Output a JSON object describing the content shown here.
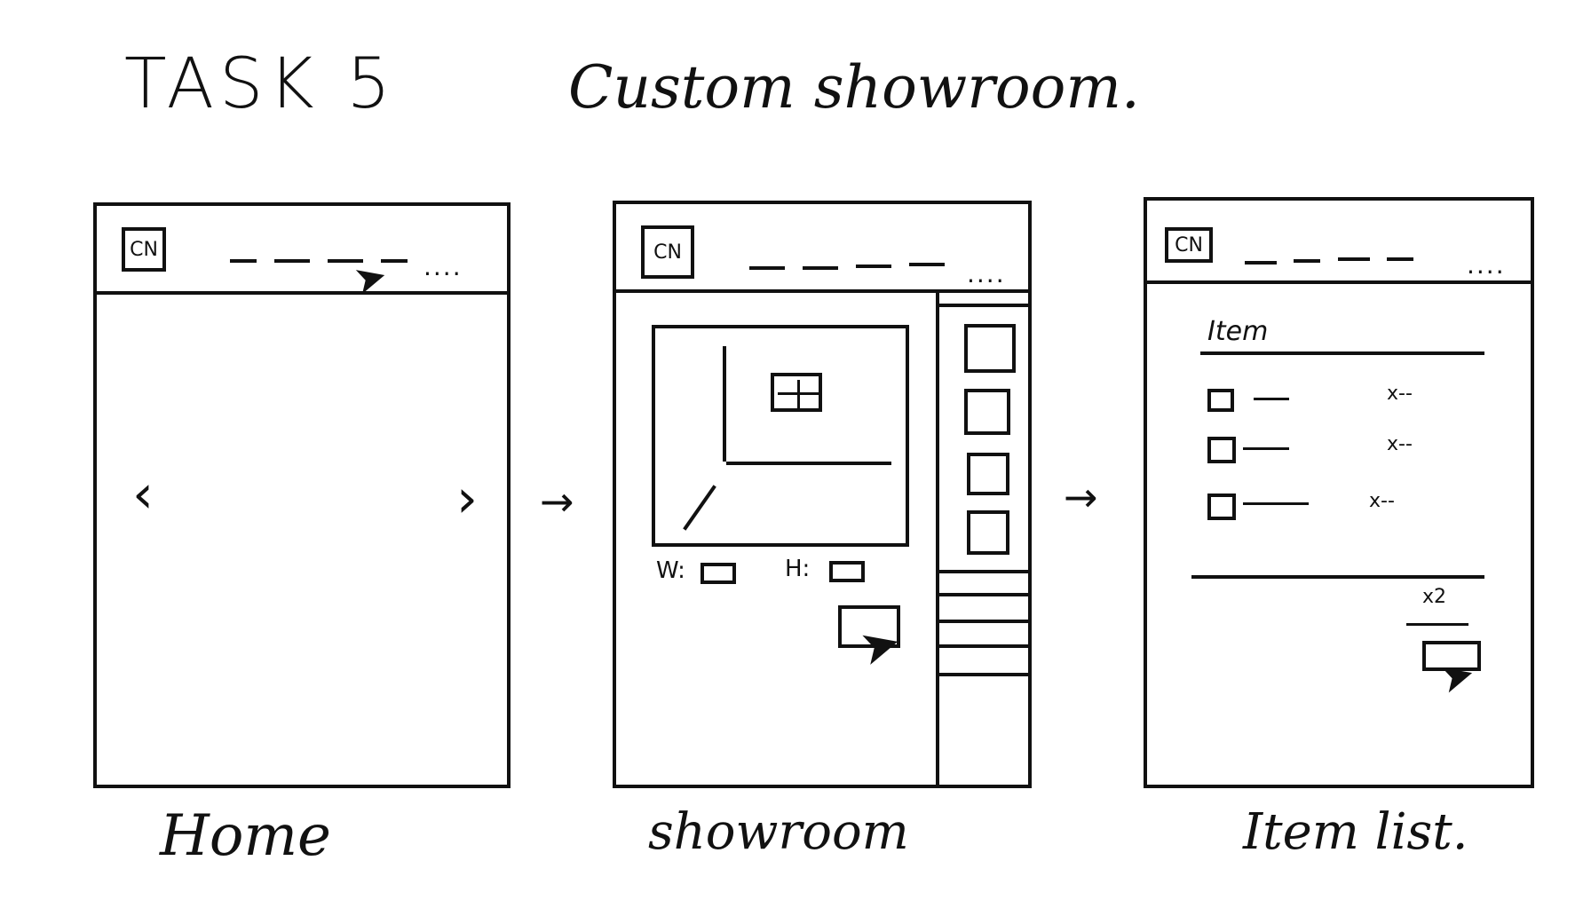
{
  "title": {
    "task": "TASK 5",
    "name": "Custom showroom."
  },
  "screens": [
    {
      "caption": "Home",
      "logo_text": "CN",
      "nav_more": "....",
      "prev_icon": "chevron-left",
      "next_icon": "chevron-right"
    },
    {
      "caption": "showroom",
      "logo_text": "CN",
      "nav_more": "....",
      "width_label": "W:",
      "height_label": "H:"
    },
    {
      "caption": "Item list.",
      "logo_text": "CN",
      "nav_more": "....",
      "list_header": "Item",
      "rows": [
        {
          "qty": "x--"
        },
        {
          "qty": "x--"
        },
        {
          "qty": "x--"
        }
      ],
      "total_qty": "x2"
    }
  ],
  "arrows": [
    "→",
    "→"
  ]
}
